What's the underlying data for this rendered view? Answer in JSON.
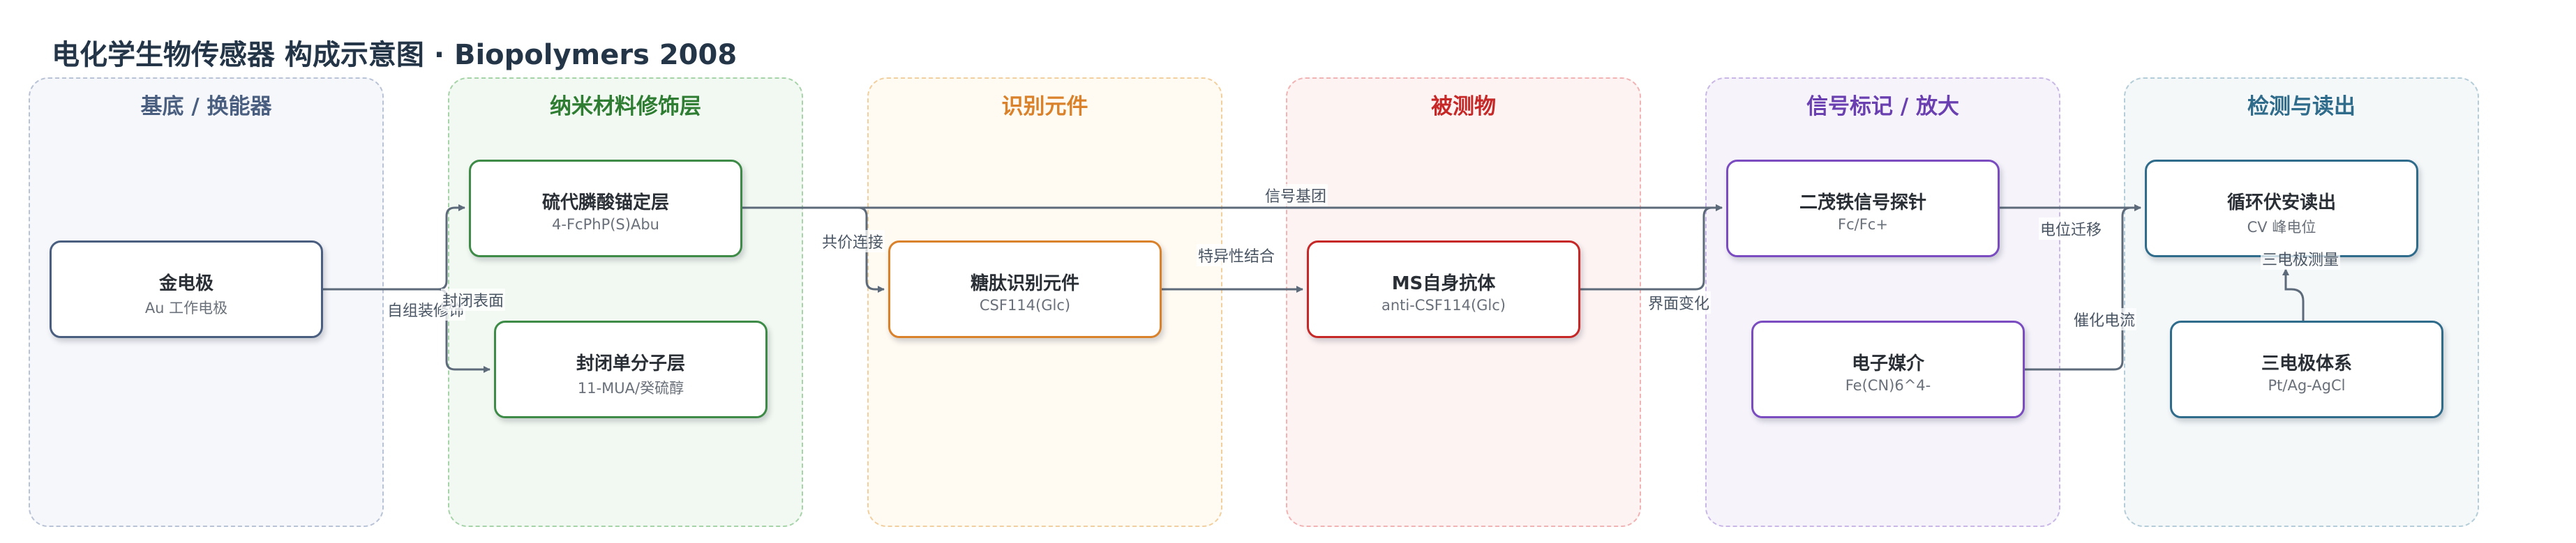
{
  "title": "电化学生物传感器 构成示意图 · Biopolymers 2008",
  "lanes": {
    "substrate": {
      "title": "基底 / 换能器",
      "color": "#4a5f80",
      "border": "#b9c3d6",
      "fill": "#f6f7fb"
    },
    "nano": {
      "title": "纳米材料修饰层",
      "color": "#2e7d32",
      "border": "#a7d3a9",
      "fill": "#f2f9f2"
    },
    "recognition": {
      "title": "识别元件",
      "color": "#d9822b",
      "border": "#f2cf9e",
      "fill": "#fffaf2"
    },
    "analyte": {
      "title": "被测物",
      "color": "#c62828",
      "border": "#f1b3b3",
      "fill": "#fdf3f3"
    },
    "label": {
      "title": "信号标记 / 放大",
      "color": "#6a3fb0",
      "border": "#c9b8e6",
      "fill": "#f6f3fb"
    },
    "readout": {
      "title": "检测与读出",
      "color": "#2f6b8a",
      "border": "#b4cdd8",
      "fill": "#f4f8f9"
    }
  },
  "nodes": {
    "gold_electrode": {
      "title": "金电极",
      "subtitle": "Au 工作电极",
      "border": "#4a5f80"
    },
    "anchor_layer": {
      "title": "硫代膦酸锚定层",
      "subtitle": "4-FcPhP(S)Abu",
      "border": "#3d8b47"
    },
    "blocking_layer": {
      "title": "封闭单分子层",
      "subtitle": "11-MUA/癸硫醇",
      "border": "#3d8b47"
    },
    "glycopeptide": {
      "title": "糖肽识别元件",
      "subtitle": "CSF114(Glc)",
      "border": "#d9822b"
    },
    "autoantibody": {
      "title": "MS自身抗体",
      "subtitle": "anti-CSF114(Glc)",
      "border": "#c62828"
    },
    "ferrocene_probe": {
      "title": "二茂铁信号探针",
      "subtitle": "Fc/Fc+",
      "border": "#7a4cc0"
    },
    "mediator": {
      "title": "电子媒介",
      "subtitle": "Fe(CN)6^4-",
      "border": "#7a4cc0"
    },
    "cv_readout": {
      "title": "循环伏安读出",
      "subtitle": "CV 峰电位",
      "border": "#2f6b8a"
    },
    "three_electrode": {
      "title": "三电极体系",
      "subtitle": "Pt/Ag-AgCl",
      "border": "#2f6b8a"
    }
  },
  "edge_labels": {
    "self_assembly": "自组装修饰",
    "blocking_surface": "封闭表面",
    "covalent_link": "共价连接",
    "signal_group": "信号基团",
    "specific_binding": "特异性结合",
    "interface_change": "界面变化",
    "potential_shift": "电位迁移",
    "catalytic_current": "催化电流",
    "three_electrode_measure": "三电极测量"
  }
}
